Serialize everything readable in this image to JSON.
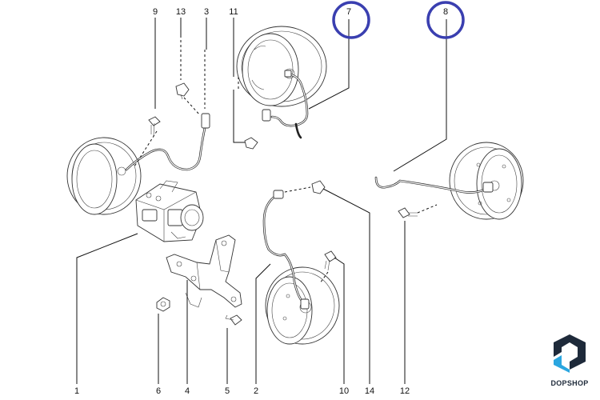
{
  "callouts": {
    "n1": "1",
    "n2": "2",
    "n3": "3",
    "n4": "4",
    "n5": "5",
    "n6": "6",
    "n7": "7",
    "n8": "8",
    "n9": "9",
    "n10": "10",
    "n11": "11",
    "n12": "12",
    "n13": "13",
    "n14": "14"
  },
  "highlight_color": "#3a3fb0",
  "logo": {
    "text": "DOPSHOP"
  }
}
